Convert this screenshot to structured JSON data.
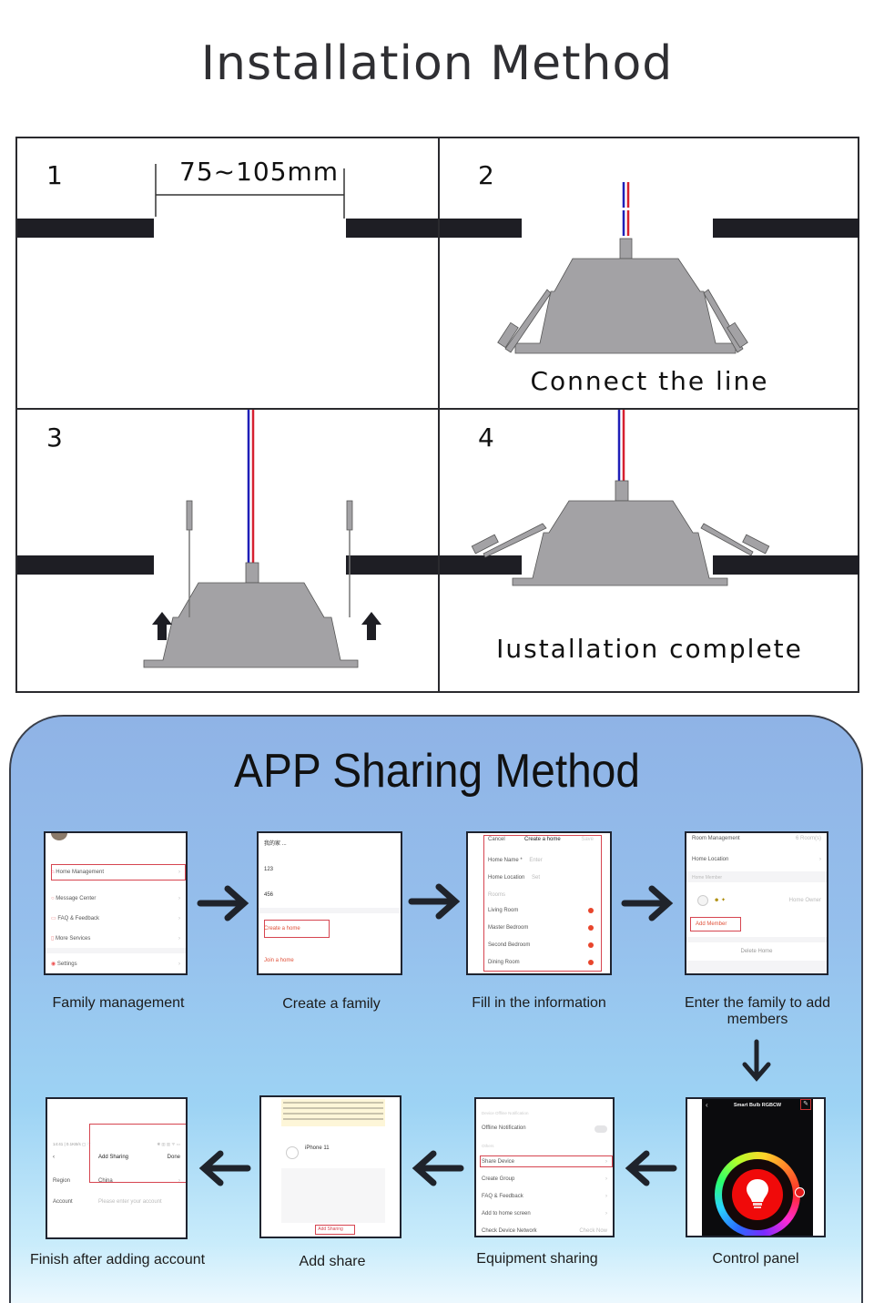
{
  "installation": {
    "title": "Installation Method",
    "steps": [
      {
        "number": "1",
        "dimension": "75~105mm",
        "caption": ""
      },
      {
        "number": "2",
        "caption": "Connect the line"
      },
      {
        "number": "3",
        "caption": ""
      },
      {
        "number": "4",
        "caption": "Iustallation complete"
      }
    ],
    "colors": {
      "ceiling": "#1e1e24",
      "fixture": "#a3a2a5",
      "wire_blue": "#1f1fb8",
      "wire_red": "#d62030",
      "border": "#2a2a2e"
    }
  },
  "app_sharing": {
    "title": "APP Sharing Method",
    "steps": [
      {
        "label": "Family management"
      },
      {
        "label": "Create a family"
      },
      {
        "label": "Fill in the information"
      },
      {
        "label": "Enter the family to add members"
      },
      {
        "label": "Control panel"
      },
      {
        "label": "Equipment sharing"
      },
      {
        "label": "Add share"
      },
      {
        "label": "Finish after adding account"
      }
    ],
    "screens": {
      "family_management": {
        "items": [
          "Home Management",
          "Message Center",
          "FAQ & Feedback",
          "More Services",
          "Settings"
        ],
        "highlighted": "Home Management"
      },
      "create_family": {
        "items": [
          "我的家 ...",
          "123",
          "456"
        ],
        "create": "Create a home",
        "join": "Join a home"
      },
      "fill_info": {
        "cancel": "Cancel",
        "title": "Create a home",
        "save": "Save",
        "home_name": "Home Name *",
        "home_name_placeholder": "Enter",
        "home_location": "Home Location",
        "home_location_value": "Set",
        "rooms_header": "Rooms",
        "rooms": [
          "Living Room",
          "Master Bedroom",
          "Second Bedroom",
          "Dining Room"
        ]
      },
      "add_members": {
        "room_management": "Room Management",
        "room_count": "6 Room(s)",
        "home_location": "Home Location",
        "home_member_header": "Home Member",
        "member_role": "Home Owner",
        "add_member": "Add Member",
        "delete_home": "Delete Home"
      },
      "control_panel": {
        "title": "Smart Bulb RGBCW"
      },
      "equipment_sharing": {
        "offline_header": "Device Offline Notification",
        "offline": "Offline Notification",
        "others_header": "Others",
        "items": [
          "Share Device",
          "Create Group",
          "FAQ & Feedback",
          "Add to home screen",
          "Check Device Network"
        ],
        "check_now": "Check Now",
        "highlighted": "Share Device"
      },
      "add_share": {
        "device": "iPhone 11",
        "button": "Add Sharing"
      },
      "finish": {
        "title": "Add Sharing",
        "done": "Done",
        "region_label": "Region",
        "region_value": "China",
        "account_label": "Account",
        "account_placeholder": "Please enter your account"
      }
    },
    "colors": {
      "highlight": "#d64550",
      "accent_text": "#e0513a",
      "arrow": "#1f232b"
    }
  }
}
